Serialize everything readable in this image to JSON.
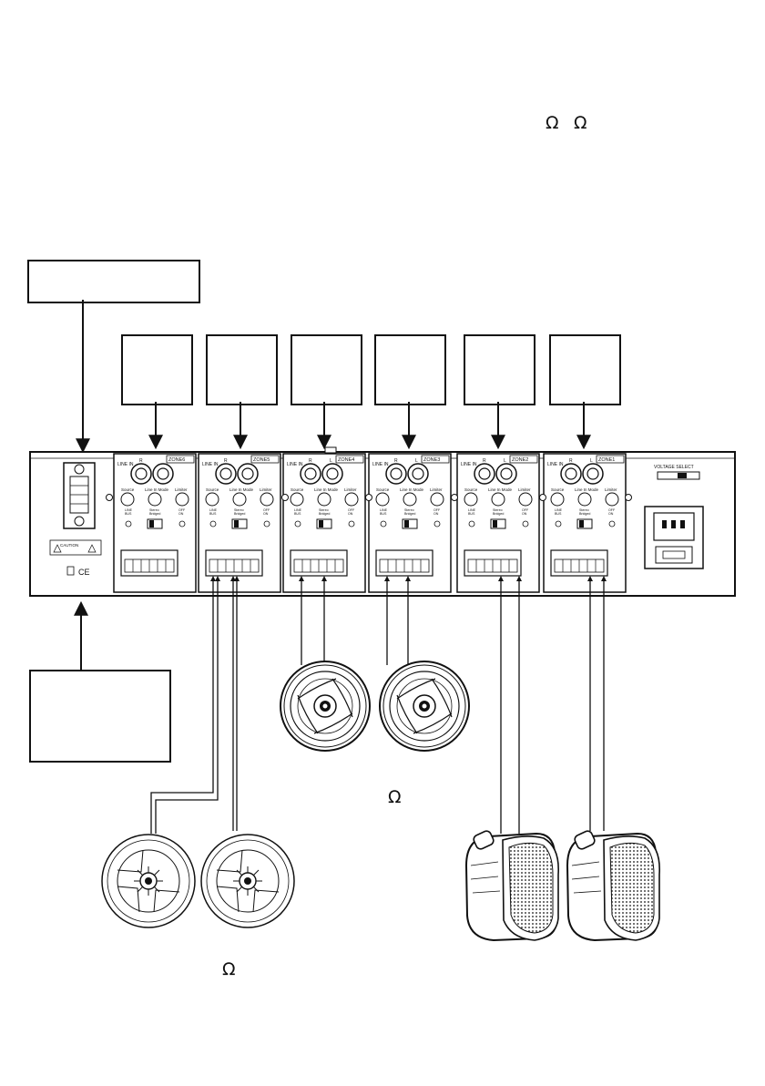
{
  "omega_marks": [
    "Ω",
    "Ω",
    "Ω",
    "Ω"
  ],
  "panel": {
    "zones": [
      {
        "label": "ZONE6"
      },
      {
        "label": "ZONE5"
      },
      {
        "label": "ZONE4"
      },
      {
        "label": "ZONE3"
      },
      {
        "label": "ZONE2"
      },
      {
        "label": "ZONE1"
      }
    ],
    "line_in": "LINE IN",
    "r": "R",
    "l": "L",
    "source": "Source",
    "line_in_mode": "Line In Mode",
    "limiter": "Limiter",
    "line": "LINE",
    "bus": "BUS",
    "stereo": "Stereo",
    "bridged": "Bridged",
    "off": "OFF",
    "on": "ON",
    "voltage_select": "VOLTAGE SELECT",
    "caution": "CAUTION",
    "ce": "CE"
  }
}
